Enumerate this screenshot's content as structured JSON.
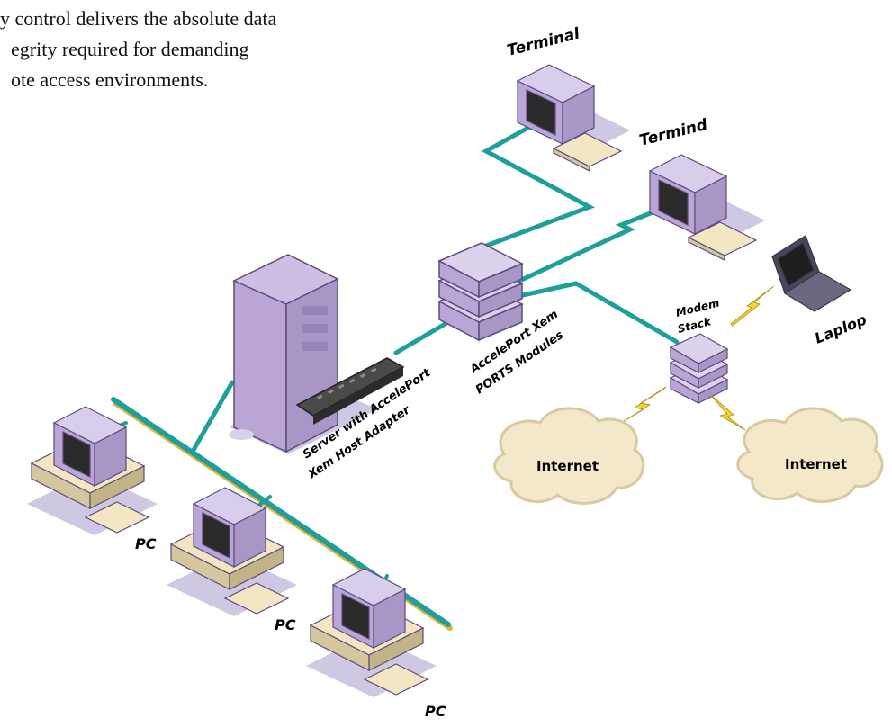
{
  "intro_lines": [
    "y control delivers the absolute data",
    "egrity required for demanding",
    "ote access environments."
  ],
  "labels": {
    "terminal_top": "Terminal",
    "terminal_right": "Termind",
    "modem_stack_line1": "Modem",
    "modem_stack_line2": "Stack",
    "laptop": "Laplop",
    "modules_line1": "AccelePort Xem",
    "modules_line2": "PORTS Modules",
    "server_line1": "Server with AccelePort",
    "server_line2": "Xem Host Adapter",
    "internet_left": "Internet",
    "internet_right": "Internet",
    "pc_1": "PC",
    "pc_2": "PC",
    "pc_3": "PC"
  },
  "colors": {
    "cable": "#1f9f9a",
    "cable_shadow": "#e3b23a",
    "device_purple": "#b9a6d6",
    "device_shadow": "#c9c3dd",
    "cloud_fill": "#f3e8c9",
    "lightning": "#f0d430"
  }
}
